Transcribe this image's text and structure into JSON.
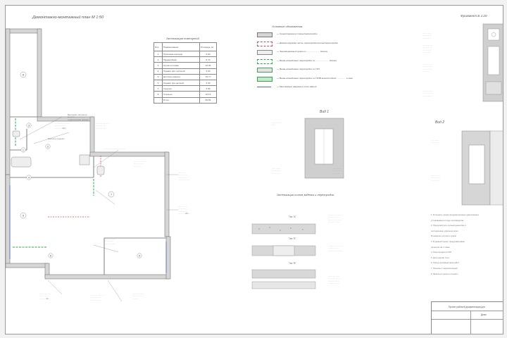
{
  "plan": {
    "title": "Демонтажно-монтажный план М 1:50",
    "rooms": [
      "8",
      "1",
      "3",
      "4",
      "5",
      "6",
      "7",
      "9",
      "2"
    ]
  },
  "explication": {
    "title": "Экспликация помещений",
    "headers": [
      "Поз.",
      "Наименование",
      "Площадь, м²"
    ],
    "rows": [
      [
        "1",
        "Прихожая-коридор",
        "6.90"
      ],
      [
        "2",
        "Гардеробная",
        "6.74"
      ],
      [
        "3",
        "Кухня-гостиная",
        "32.05"
      ],
      [
        "4",
        "Лоджия при гостиной",
        "3.03"
      ],
      [
        "5",
        "Детская комната",
        "15.77"
      ],
      [
        "6",
        "Лоджия при детской",
        "3.09"
      ],
      [
        "7",
        "Санузел",
        "3.86"
      ],
      [
        "8",
        "Спальня",
        "18.15"
      ],
      [
        "",
        "Итого:",
        "89.59"
      ]
    ]
  },
  "legend": {
    "title": "Условные обозначения:",
    "items": [
      "— Существующие стены/перегородки",
      "— Демонтируемая часть перегородки/стены/перегородки",
      "— Закладываемый проем из ...................... блоков",
      "— Вновь возводимые перегородки из ...................... блоков",
      "— Вновь возводимые перегородки из ГКЛ",
      "— Вновь возводимые перегородки из ГКЛВ влагостойкий ............... в зоне",
      "— Монтажные наружных стен зданий"
    ]
  },
  "views": {
    "v1": "Вид 1",
    "v2": "Вид 2",
    "fragment": "Фрагмент Б 1:20"
  },
  "sections": {
    "title": "Экспликация типов заделки и перегородок",
    "types": [
      "Тип \"А\"",
      "Тип \"Б\"",
      "Тип \"В\""
    ]
  },
  "notes": {
    "items": [
      "1. В проекте, кроме предусмотренных демонтажных",
      "   устраиваемых в ходе производства",
      "2. Предусмотреть полный демонтаж и",
      "   последующее удаление всего",
      "   В комнатах устроить прием",
      "3. В данный проект предусматривает",
      "   проектом на 1 этаже",
      "4. Перегородки из ГКЛ",
      "5. Для отделки стен",
      "6. Перед производством работ",
      "7. Проемы с гидроизоляцией",
      "8. Фрагмент проем и стыков с"
    ]
  },
  "stamp": {
    "text": "Проект рабочей документации для",
    "sub": "Демо"
  }
}
